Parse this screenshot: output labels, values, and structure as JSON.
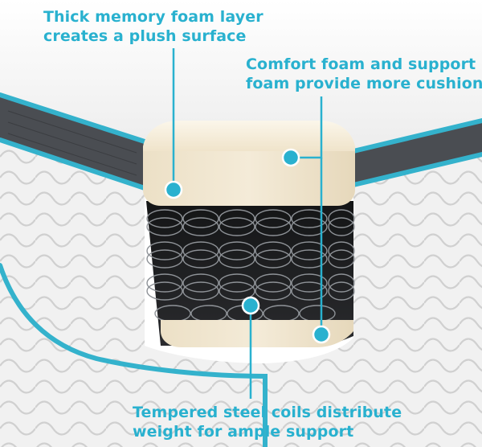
{
  "callouts": {
    "memory_foam": {
      "line1": "Thick memory foam layer",
      "line2": "creates a plush surface"
    },
    "comfort_foam": {
      "line1": "Comfort foam and support",
      "line2": "foam provide more cushion"
    },
    "coils": {
      "line1": "Tempered steel coils distribute",
      "line2": "weight for ample support"
    }
  },
  "colors": {
    "accent": "#29b1cf",
    "piping": "#34b2cc",
    "border_band": "#4a4d52",
    "cover": "#f1f1f1",
    "foam": "#f2e8d4",
    "coil_cavity": "#1e1f21",
    "coil_wire": "#8e9297"
  },
  "icons": {
    "marker": "dot-marker",
    "pattern": "wave-quilt-pattern",
    "coil": "pocket-coil"
  }
}
